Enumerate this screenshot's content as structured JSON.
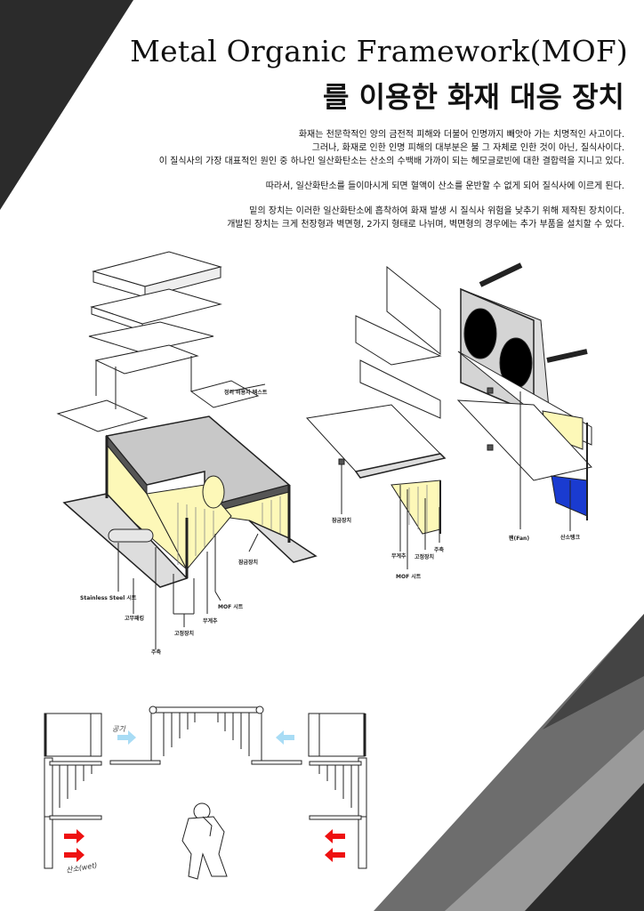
{
  "title": {
    "line1": "Metal Organic Framework(MOF)",
    "line2": "를 이용한 화재 대응 장치"
  },
  "description": [
    "화재는 천문학적인 양의 금전적 피해와 더불어 인명까지 빼앗아 가는 치명적인 사고이다.",
    "그러나, 화재로 인한 인명 피해의 대부분은 불 그 자체로 인한 것이 아닌, 질식사이다.",
    "이 질식사의 가장 대표적인 원인 중 하나인 일산화탄소는 산소의 수백배 가까이 되는 헤모글로빈에 대한 결합력을 지니고 있다.",
    "따라서, 일산화탄소를 들이마시게 되면 혈액이 산소를 운반할 수 없게 되어 질식사에 이르게 된다.",
    "밑의 장치는 이러한 일산화탄소에 흡착하여 화재 발생 시 질식사 위험을 낮추기 위해 제작된 장치이다.",
    "개발된 장치는 크게 천장형과 벽면형, 2가지 형태로 나뉘며, 벽면형의 경우에는 추가 부품을 설치할 수 있다."
  ],
  "ceiling_labels": {
    "top_note": "정리 비용자 텍스트",
    "lock": "잠금장치",
    "stainless": "Stainless Steel 시트",
    "rubber": "고무패킹",
    "mof": "MOF 시트",
    "weight": "무게추",
    "fixing": "고정장치",
    "axis": "주축"
  },
  "wall_labels": {
    "lock": "잠금장치",
    "weight": "무게추",
    "fixing": "고정장치",
    "axis": "주축",
    "mof": "MOF 시트",
    "fan": "팬(Fan)",
    "oxygen_tank": "산소탱크"
  },
  "diagram_labels": {
    "air": "공기",
    "oxygen": "산소(wet)"
  },
  "colors": {
    "mof_yellow": "#fdf8b8",
    "air_arrow": "#a8dcf5",
    "oxygen_arrow": "#ee1111",
    "dark_shape": "#2b2b2b",
    "tank_blue": "#1a3bd0"
  }
}
